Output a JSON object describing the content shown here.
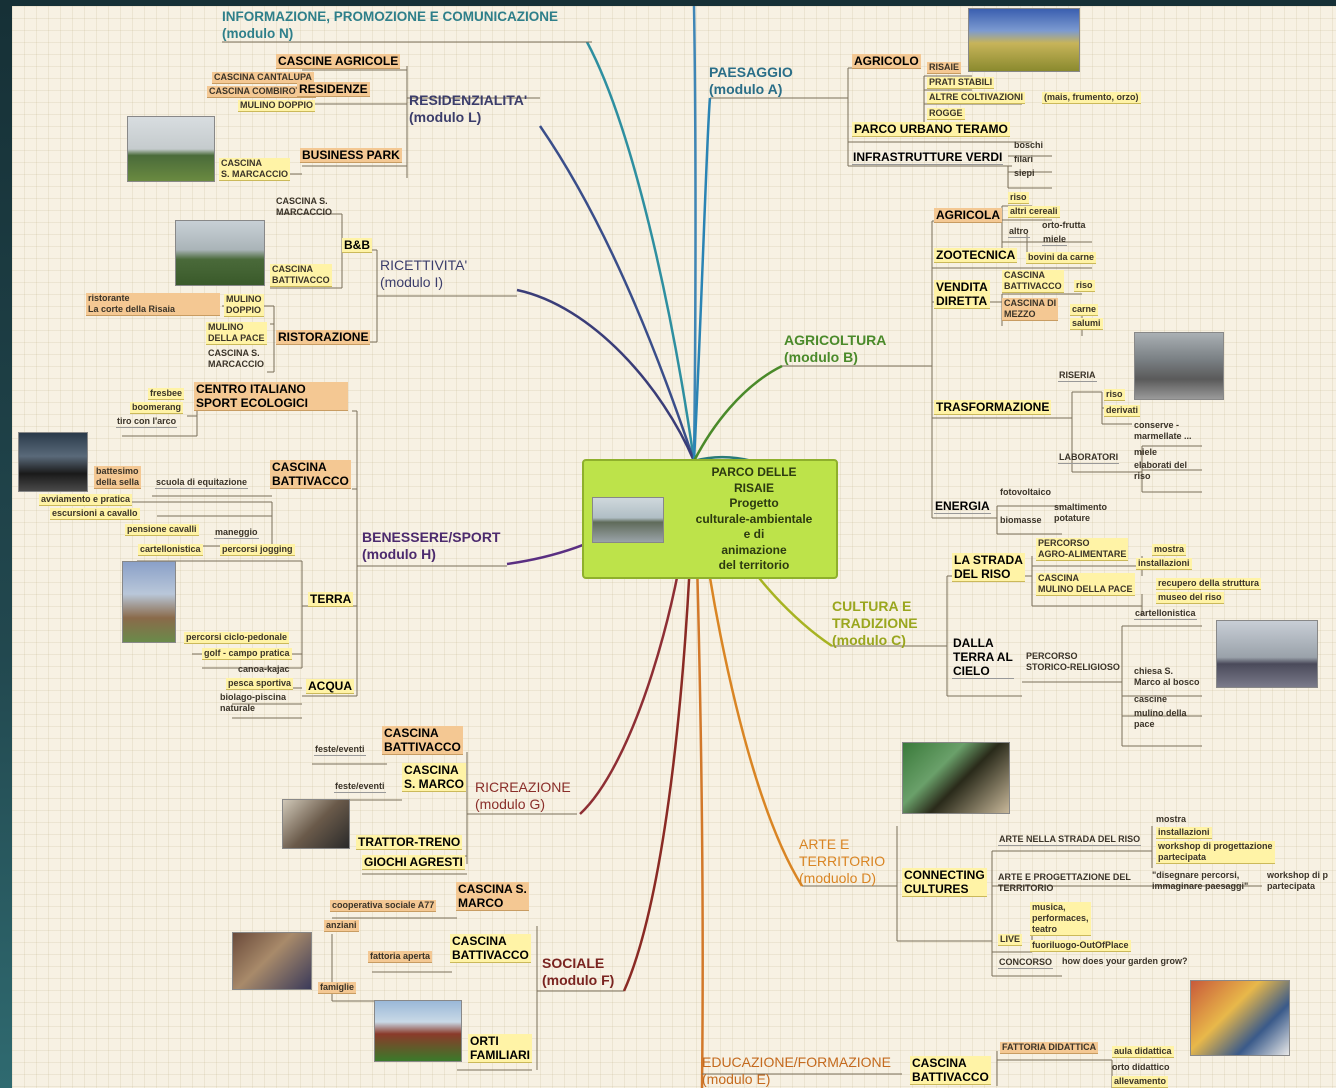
{
  "colors": {
    "n": "#2e7f8a",
    "l": "#3b3d6b",
    "i": "#3b3d6b",
    "h": "#4c2a6e",
    "g": "#8a2e2a",
    "f": "#7a2420",
    "a": "#2a6e88",
    "b": "#4a8a2a",
    "c": "#9aa61e",
    "d": "#d98524",
    "e": "#c46a1e",
    "center": "#bde34a"
  },
  "center": {
    "title": "PARCO DELLE\nRISAIE\nProgetto\nculturale-ambientale\ne di\nanimazione\ndel territorio"
  },
  "modules": {
    "n": "INFORMAZIONE, PROMOZIONE E COMUNICAZIONE\n(modulo N)",
    "l": "RESIDENZIALITA'\n(modulo L)",
    "i": "RICETTIVITA'\n(modulo I)",
    "h": "BENESSERE/SPORT\n(modulo H)",
    "g": "RICREAZIONE\n(modulo G)",
    "f": "SOCIALE\n(modulo F)",
    "a": "PAESAGGIO\n(modulo A)",
    "b": "AGRICOLTURA\n(modulo B)",
    "c": "CULTURA E\nTRADIZIONE\n(modulo C)",
    "d": "ARTE E\nTERRITORIO\n(moduolo D)",
    "e": "EDUCAZIONE/FORMAZIONE\n(modulo E)"
  },
  "left": {
    "cascine_agricole": "CASCINE AGRICOLE",
    "cascina_cantalupa": "CASCINA CANTALUPA",
    "cascina_combirotto": "CASCINA COMBIROTTO",
    "residenze": "RESIDENZE",
    "mulino_doppio_1": "MULINO DOPPIO",
    "business_park": "BUSINESS PARK",
    "cascina_smarcaccio_1": "CASCINA\nS. MARCACCIO",
    "cascina_smarcaccio_2": "CASCINA S.\nMARCACCIO",
    "bb": "B&B",
    "cascina_battivacco_1": "CASCINA\nBATTIVACCO",
    "ristorante": "ristorante\nLa corte della Risaia",
    "mulino_doppio_2": "MULINO\nDOPPIO",
    "mulino_pace": "MULINO\nDELLA PACE",
    "ristorazione": "RISTORAZIONE",
    "cascina_smarcaccio_3": "CASCINA S.\nMARCACCIO",
    "centro_italiano": "CENTRO ITALIANO\nSPORT ECOLOGICI",
    "fresbee": "fresbee",
    "boomerang": "boomerang",
    "tiro_arco": "tiro con l'arco",
    "cascina_battivacco_2": "CASCINA\nBATTIVACCO",
    "battesimo": "battesimo\ndella sella",
    "scuola_equitazione": "scuola di equitazione",
    "avviamento": "avviamento e pratica",
    "escursioni": "escursioni a cavallo",
    "pensione": "pensione cavalli",
    "maneggio": "maneggio",
    "cartellonistica_1": "cartellonistica",
    "percorsi_jogging": "percorsi jogging",
    "terra": "TERRA",
    "percorsi_ciclo": "percorsi ciclo-pedonale",
    "golf": "golf - campo pratica",
    "canoa": "canoa-kajac",
    "pesca": "pesca sportiva",
    "biolago": "biolago-piscina\nnaturale",
    "acqua": "ACQUA",
    "feste_1": "feste/eventi",
    "cascina_battivacco_3": "CASCINA\nBATTIVACCO",
    "feste_2": "feste/eventi",
    "cascina_smarco_1": "CASCINA\nS. MARCO",
    "trattor": "TRATTOR-TRENO",
    "giochi": "GIOCHI AGRESTI",
    "coop": "cooperativa sociale A77",
    "cascina_smarco_2": "CASCINA S.\nMARCO",
    "anziani": "anziani",
    "fattoria_aperta": "fattoria aperta",
    "cascina_battivacco_4": "CASCINA\nBATTIVACCO",
    "famiglie": "famiglie",
    "orti": "ORTI\nFAMILIARI"
  },
  "right": {
    "agricolo": "AGRICOLO",
    "risaie": "RISAIE",
    "prati": "PRATI STABILI",
    "altre": "ALTRE COLTIVAZIONI",
    "mais": "(mais, frumento, orzo)",
    "rogge": "ROGGE",
    "parco_urbano": "PARCO URBANO TERAMO",
    "infrastrutture": "INFRASTRUTTURE VERDI",
    "boschi": "boschi",
    "filari": "filari",
    "siepi": "siepi",
    "agricola": "AGRICOLA",
    "riso_1": "riso",
    "altri_cereali": "altri cereali",
    "altro": "altro",
    "orto_frutta": "orto-frutta",
    "miele_1": "miele",
    "zootecnica": "ZOOTECNICA",
    "bovini": "bovini da carne",
    "vendita": "VENDITA\nDIRETTA",
    "cascina_battivacco_r": "CASCINA\nBATTIVACCO",
    "riso_2": "riso",
    "cascina_mezzo": "CASCINA DI\nMEZZO",
    "carne": "carne",
    "salumi": "salumi",
    "riseria": "RISERIA",
    "riso_3": "riso",
    "derivati": "derivati",
    "trasformazione": "TRASFORMAZIONE",
    "laboratori": "LABORATORI",
    "conserve": "conserve -\nmarmellate ...",
    "miele_2": "miele",
    "elaborati": "elaborati del\nriso",
    "energia": "ENERGIA",
    "fotovoltaico": "fotovoltaico",
    "biomasse": "biomasse",
    "smaltimento": "smaltimento\npotature",
    "strada_riso": "LA STRADA\nDEL RISO",
    "percorso_agro": "PERCORSO\nAGRO-ALIMENTARE",
    "mostra_1": "mostra",
    "installazioni_1": "installazioni",
    "cascina_mulino": "CASCINA\nMULINO DELLA PACE",
    "recupero": "recupero della struttura",
    "museo": "museo del riso",
    "cartellonistica_2": "cartellonistica",
    "dalla_terra": "DALLA\nTERRA AL\nCIELO",
    "percorso_storico": "PERCORSO\nSTORICO-RELIGIOSO",
    "chiesa": "chiesa S.\nMarco al bosco",
    "cascine": "cascine",
    "mulino_pace_r": "mulino della\npace",
    "connecting": "CONNECTING\nCULTURES",
    "arte_strada": "ARTE NELLA STRADA DEL RISO",
    "mostra_2": "mostra",
    "installazioni_2": "installazioni",
    "workshop": "workshop di progettazione\npartecipata",
    "arte_prog": "ARTE E PROGETTAZIONE DEL\nTERRITORIO",
    "disegnare": "\"disegnare percorsi,\nimmaginare paesaggi\"",
    "workshop_2": "workshop di p\npartecipata",
    "musica": "musica,\nperformaces,\nteatro",
    "live": "LIVE",
    "fuoriluogo": "fuoriluogo-OutOfPlace",
    "concorso": "CONCORSO",
    "garden": "how does your garden grow?",
    "cascina_battivacco_e": "CASCINA\nBATTIVACCO",
    "fattoria_didattica": "FATTORIA DIDATTICA",
    "aula": "aula didattica",
    "orto_didattico": "orto didattico",
    "allevamento": "allevamento"
  }
}
